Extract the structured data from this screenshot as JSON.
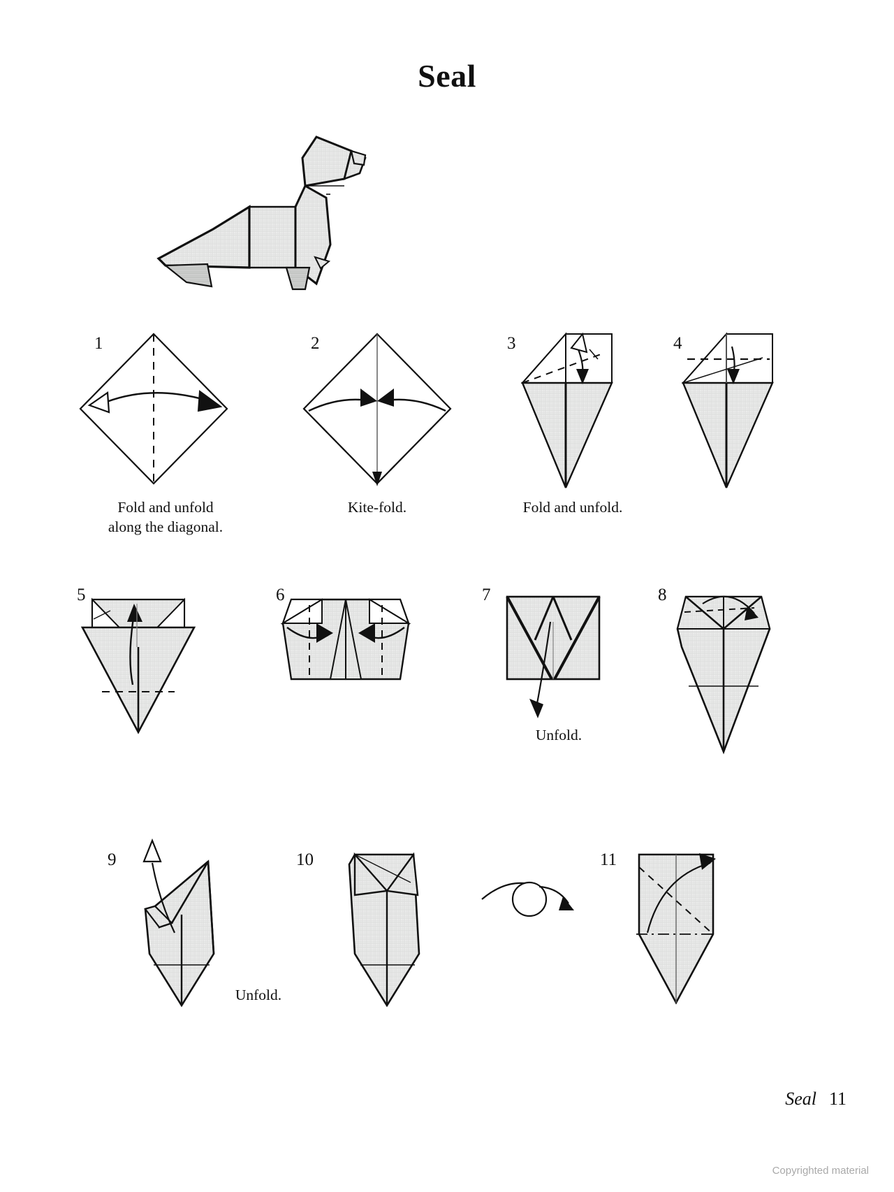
{
  "page": {
    "title": "Seal",
    "footer_model_name": "Seal",
    "footer_page_number": "11",
    "copyright_notice": "Copyrighted material"
  },
  "colors": {
    "ink": "#111111",
    "paper_front": "#e8e9e8",
    "paper_shaded": "#c9cac9",
    "paper_white": "#ffffff",
    "copyright_gray": "#a9a9a9"
  },
  "finished_model": {
    "name": "seal-origami-model",
    "description": "Completed folded paper seal, side view facing right"
  },
  "steps": [
    {
      "number": "1",
      "caption": "Fold and unfold\nalong the diagonal.",
      "symbol": "fold-and-unfold-arrow"
    },
    {
      "number": "2",
      "caption": "Kite-fold.",
      "symbol": "two-inward-fold-arrows"
    },
    {
      "number": "3",
      "caption": "Fold and unfold.",
      "symbol": "fold-and-unfold-arrow"
    },
    {
      "number": "4",
      "caption": "",
      "symbol": "valley-fold-arrow"
    },
    {
      "number": "5",
      "caption": "",
      "symbol": "upward-fold-arrow"
    },
    {
      "number": "6",
      "caption": "",
      "symbol": "two-inward-fold-arrows"
    },
    {
      "number": "7",
      "caption": "Unfold.",
      "symbol": "unfold-arrow-down"
    },
    {
      "number": "8",
      "caption": "",
      "symbol": "curved-fold-arrow"
    },
    {
      "number": "9",
      "caption": "Unfold.",
      "symbol": "hollow-unfold-arrow"
    },
    {
      "number": "10",
      "caption": "",
      "symbol": "none"
    },
    {
      "number": "11",
      "caption": "",
      "symbol": "fold-arrow"
    }
  ],
  "turn_over_symbol": {
    "name": "turn-over-symbol",
    "label": "turn the model over"
  }
}
